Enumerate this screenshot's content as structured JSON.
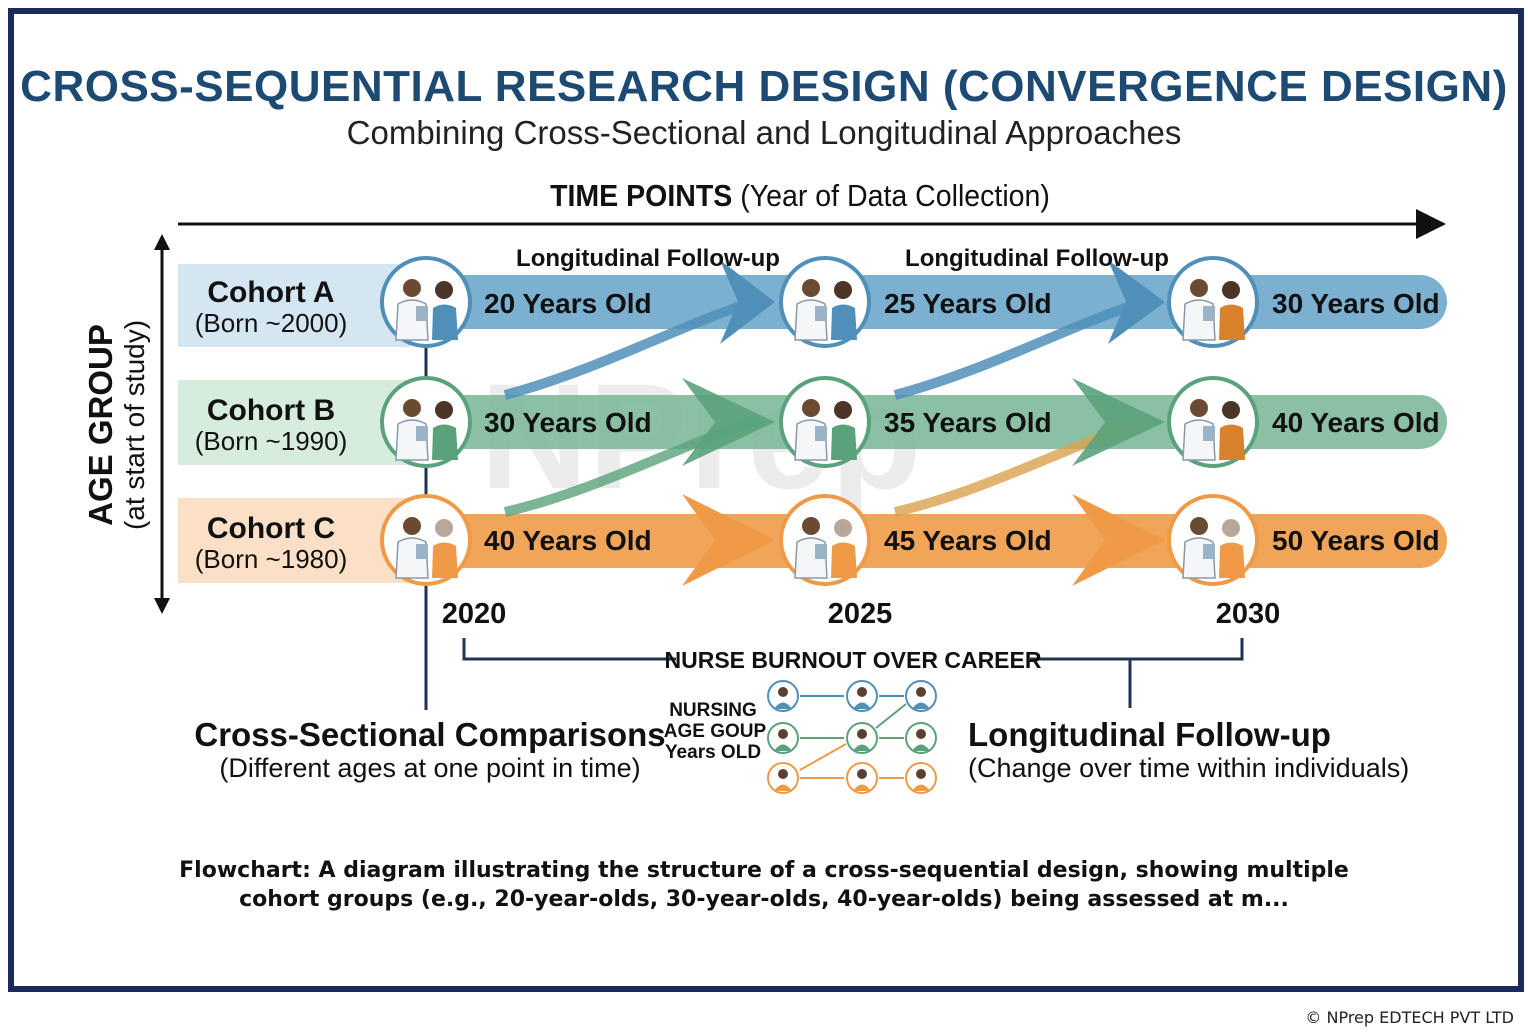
{
  "title": "CROSS-SEQUENTIAL RESEARCH DESIGN (CONVERGENCE DESIGN)",
  "subtitle": "Combining Cross-Sectional and Longitudinal Approaches",
  "time_axis": {
    "label_bold": "TIME POINTS",
    "label_rest": "(Year of Data Collection)"
  },
  "age_axis": {
    "label": "AGE GROUP",
    "sublabel": "(at start of study)"
  },
  "followup_labels": [
    "Longitudinal Follow-up",
    "Longitudinal Follow-up"
  ],
  "cohorts": [
    {
      "name": "Cohort A",
      "born": "(Born ~2000)",
      "ages": [
        "20 Years Old",
        "25 Years Old",
        "30 Years Old"
      ],
      "color": "#4f8fb8",
      "light": "#d3e6f1"
    },
    {
      "name": "Cohort B",
      "born": "(Born ~1990)",
      "ages": [
        "30 Years Old",
        "35 Years Old",
        "40 Years Old"
      ],
      "color": "#5aa27c",
      "light": "#d6ecdd"
    },
    {
      "name": "Cohort C",
      "born": "(Born ~1980)",
      "ages": [
        "40 Years Old",
        "45 Years Old",
        "50 Years Old"
      ],
      "color": "#ef9a47",
      "light": "#fbe0c7"
    }
  ],
  "years": [
    "2020",
    "2025",
    "2030"
  ],
  "bracket_label": "NURSE BURNOUT OVER CAREER",
  "legend_text": [
    "NURSING",
    "AGE GOUP",
    "Years OLD"
  ],
  "cross_sectional": {
    "title": "Cross-Sectional Comparisons",
    "desc": "(Different ages at one point in time)"
  },
  "longitudinal": {
    "title": "Longitudinal Follow-up",
    "desc": "(Change over time within individuals)"
  },
  "watermark": "NPrep",
  "caption": "Flowchart: A diagram illustrating the structure of a cross-sequential design, showing multiple cohort groups (e.g., 20-year-olds, 30-year-olds, 40-year-olds) being assessed at m...",
  "copyright": "© NPrep EDTECH PVT LTD",
  "colors": {
    "navy": "#1b2a5c",
    "title_blue": "#1c4a72",
    "dark_line": "#1f3553"
  }
}
